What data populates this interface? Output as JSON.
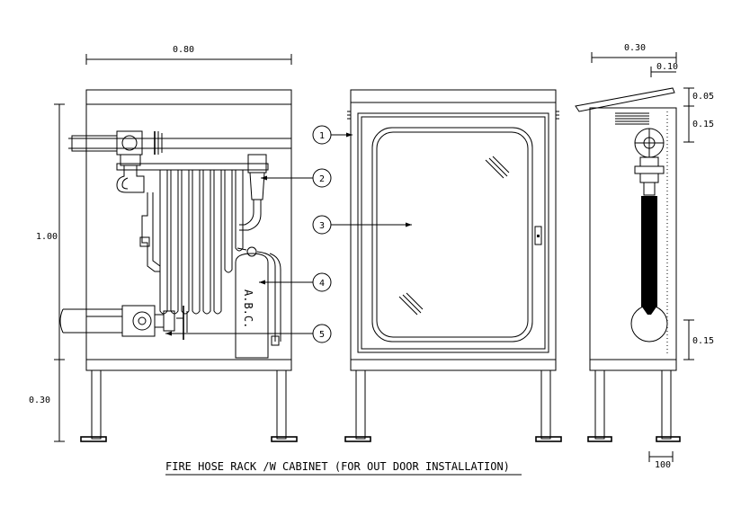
{
  "title": "FIRE HOSE RACK /W CABINET (FOR OUT DOOR INSTALLATION)",
  "dimensions": {
    "front_width": "0.80",
    "cabinet_height": "1.00",
    "leg_height": "0.30",
    "side_depth": "0.30",
    "roof_overhang": "0.10",
    "roof_height": "0.05",
    "top_offset": "0.15",
    "bottom_offset": "0.15",
    "foot_width": "100"
  },
  "extinguisher_label": "A.B.C.",
  "callouts": [
    {
      "label": "1"
    },
    {
      "label": "2"
    },
    {
      "label": "3"
    },
    {
      "label": "4"
    },
    {
      "label": "5"
    }
  ]
}
